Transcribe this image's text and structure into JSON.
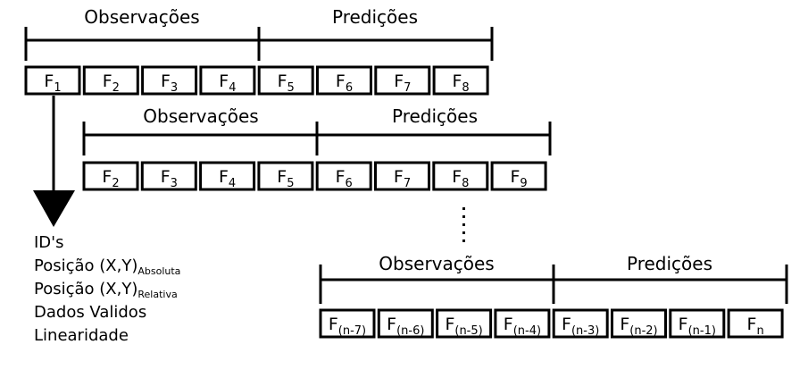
{
  "rows": [
    {
      "observations_label": "Observações",
      "predictions_label": "Predições",
      "frames": [
        {
          "main": "F",
          "sub": "1"
        },
        {
          "main": "F",
          "sub": "2"
        },
        {
          "main": "F",
          "sub": "3"
        },
        {
          "main": "F",
          "sub": "4"
        },
        {
          "main": "F",
          "sub": "5"
        },
        {
          "main": "F",
          "sub": "6"
        },
        {
          "main": "F",
          "sub": "7"
        },
        {
          "main": "F",
          "sub": "8"
        }
      ]
    },
    {
      "observations_label": "Observações",
      "predictions_label": "Predições",
      "frames": [
        {
          "main": "F",
          "sub": "2"
        },
        {
          "main": "F",
          "sub": "3"
        },
        {
          "main": "F",
          "sub": "4"
        },
        {
          "main": "F",
          "sub": "5"
        },
        {
          "main": "F",
          "sub": "6"
        },
        {
          "main": "F",
          "sub": "7"
        },
        {
          "main": "F",
          "sub": "8"
        },
        {
          "main": "F",
          "sub": "9"
        }
      ]
    },
    {
      "observations_label": "Observações",
      "predictions_label": "Predições",
      "frames": [
        {
          "main": "F",
          "sub": "(n-7)"
        },
        {
          "main": "F",
          "sub": "(n-6)"
        },
        {
          "main": "F",
          "sub": "(n-5)"
        },
        {
          "main": "F",
          "sub": "(n-4)"
        },
        {
          "main": "F",
          "sub": "(n-3)"
        },
        {
          "main": "F",
          "sub": "(n-2)"
        },
        {
          "main": "F",
          "sub": "(n-1)"
        },
        {
          "main": "F",
          "sub": "n"
        }
      ]
    }
  ],
  "features": [
    {
      "text": "ID's",
      "sub": ""
    },
    {
      "text": "Posição (X,Y)",
      "sub": "Absoluta"
    },
    {
      "text": "Posição (X,Y)",
      "sub": "Relativa"
    },
    {
      "text": "Dados Validos",
      "sub": ""
    },
    {
      "text": "Linearidade",
      "sub": ""
    }
  ]
}
